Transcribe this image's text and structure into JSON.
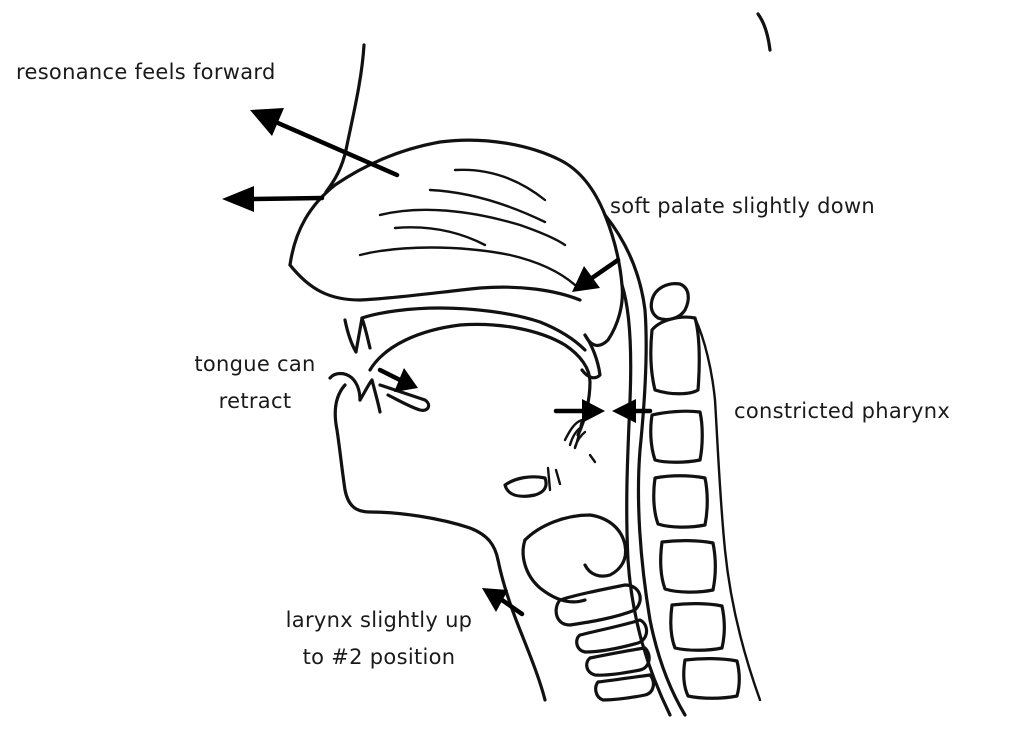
{
  "labels": {
    "resonance": "resonance feels forward",
    "soft_palate": "soft palate slightly down",
    "tongue_line1": "tongue can",
    "tongue_line2": "retract",
    "pharynx": "constricted pharynx",
    "larynx_line1": "larynx slightly up",
    "larynx_line2": "to #2 position"
  },
  "colors": {
    "ink": "#111111",
    "background": "#ffffff"
  }
}
